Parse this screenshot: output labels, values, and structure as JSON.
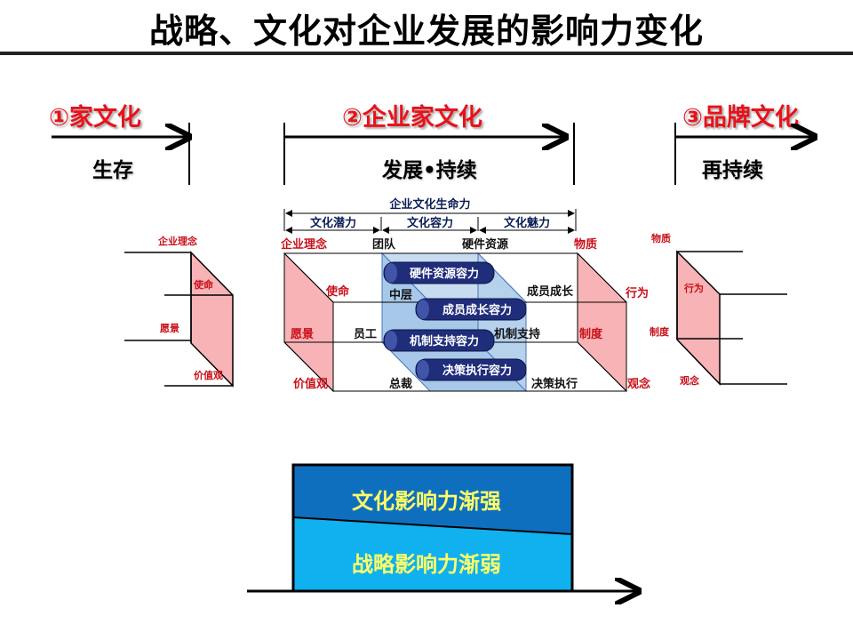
{
  "title": "战略、文化对企业发展的影响力变化",
  "stages": [
    {
      "label": "①家文化",
      "sub": "生存"
    },
    {
      "label": "②企业家文化",
      "sub": "发展•持续"
    },
    {
      "label": "③品牌文化",
      "sub": "再持续"
    }
  ],
  "left_prism": {
    "top": "企业理念",
    "mid": "使命",
    "left": "愿景",
    "bottom": "价值观"
  },
  "right_prism": {
    "top": "物质",
    "mid": "行为",
    "left": "制度",
    "bottom": "观念"
  },
  "center": {
    "header": "企业文化生命力",
    "sections": [
      "文化潜力",
      "文化容力",
      "文化魅力"
    ],
    "labels": {
      "qiye_linian": "企业理念",
      "tuandui": "团队",
      "yingjian_ziyuan": "硬件资源",
      "wuzhi": "物质",
      "shiming": "使命",
      "zhongceng": "中层",
      "chengyuan_chengzhang": "成员成长",
      "xingwei": "行为",
      "yuanjing": "愿景",
      "yuangong": "员工",
      "jizhi_zhichi": "机制支持",
      "zhidu": "制度",
      "jiazhiguan": "价值观",
      "zongcai": "总裁",
      "juece_zhixing": "决策执行",
      "guannian": "观念"
    },
    "pills": [
      "硬件资源容力",
      "成员成长容力",
      "机制支持容力",
      "决策执行容力"
    ]
  },
  "bottom_bar": {
    "top": "文化影响力渐强",
    "bottom": "战略影响力渐弱"
  },
  "colors": {
    "stage_red": "#e8121b",
    "dark_blue": "#0f6fbf",
    "light_blue": "#11b0ee",
    "pink": "#f7b3b5",
    "pill": "#1f2d7a"
  }
}
